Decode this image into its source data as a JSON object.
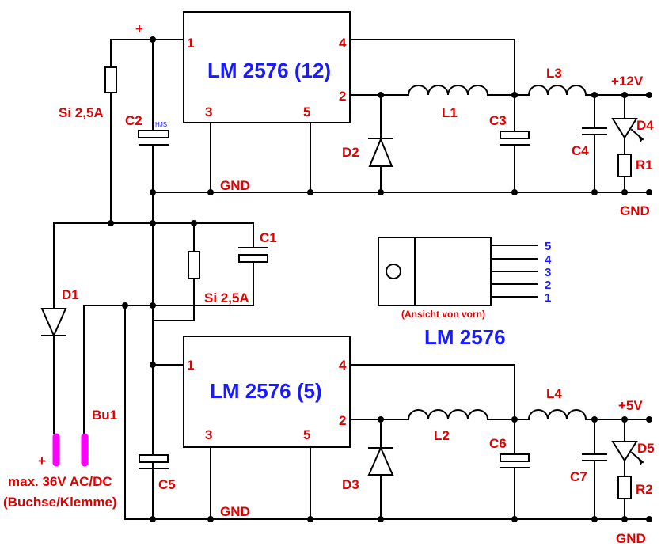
{
  "ic_top": {
    "name": "LM 2576 (12)",
    "pins": [
      "1",
      "4",
      "2",
      "3",
      "5"
    ]
  },
  "ic_bottom": {
    "name": "LM 2576 (5)",
    "pins": [
      "1",
      "4",
      "2",
      "3",
      "5"
    ]
  },
  "package": {
    "caption": "(Ansicht von vorn)",
    "name": "LM 2576",
    "pins": [
      "5",
      "4",
      "3",
      "2",
      "1"
    ]
  },
  "labels": {
    "plus_top": "+",
    "fuse_top": "Si 2,5A",
    "fuse_mid": "Si 2,5A",
    "c1": "C1",
    "c2": "C2",
    "c2_mark": "HJS",
    "c3": "C3",
    "c4": "C4",
    "c5": "C5",
    "c6": "C6",
    "c7": "C7",
    "d1": "D1",
    "d2": "D2",
    "d3": "D3",
    "d4": "D4",
    "d5": "D5",
    "l1": "L1",
    "l2": "L2",
    "l3": "L3",
    "l4": "L4",
    "r1": "R1",
    "r2": "R2",
    "gnd_top": "GND",
    "gnd_top_right": "GND",
    "gnd_bottom": "GND",
    "gnd_bottom_right": "GND",
    "out_12v": "+12V",
    "out_5v": "+5V",
    "bu1": "Bu1",
    "input_plus": "+",
    "input_line1": "max. 36V AC/DC",
    "input_line2": "(Buchse/Klemme)"
  },
  "colors": {
    "wire": "#000000",
    "label": "#e00000",
    "chip_text": "#1a1aff",
    "plug": "#ff00ff"
  }
}
